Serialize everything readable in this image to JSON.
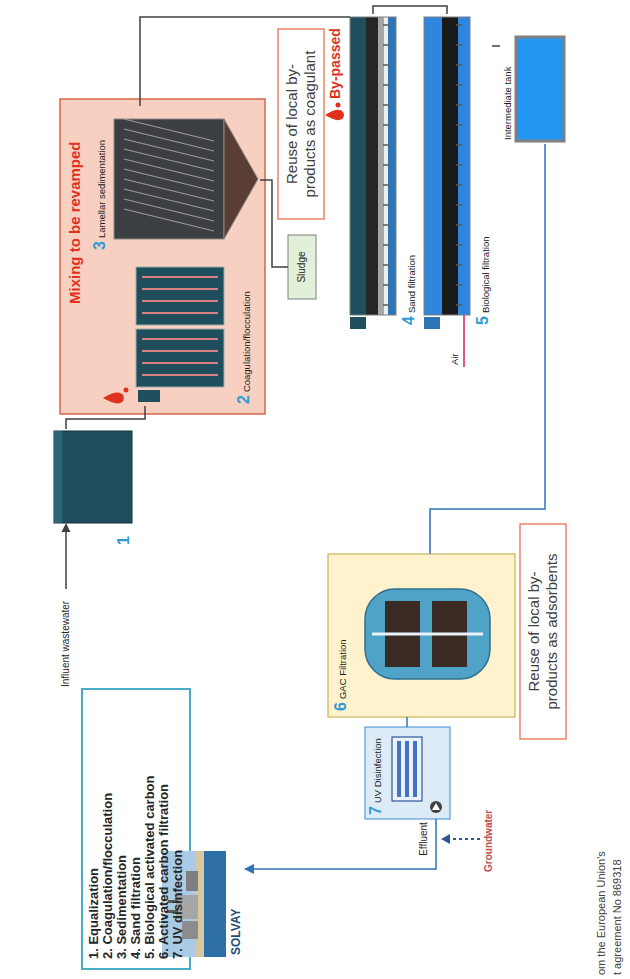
{
  "diagram": {
    "nodes": [
      {
        "text": [
          "1"
        ]
      },
      {
        "text": [
          "Mixing to be revamped"
        ]
      },
      {
        "text": [
          "2",
          "Coagulation/flocculation"
        ],
        "in": 1
      },
      {
        "text": [
          "3",
          "Lamellar sedimentation"
        ],
        "in": 1
      },
      {
        "text": [
          "Reuse of local by- products as coagulant"
        ]
      },
      {
        "text": [
          "Sludge"
        ]
      },
      {
        "text": [
          "4",
          "Sand filtration"
        ]
      },
      {
        "text": [
          "5",
          "Biological filtration"
        ]
      },
      {
        "text": [
          "Intermediate tank"
        ]
      },
      {
        "text": [
          "1. Equalization",
          "2. Coagulation/flocculation",
          "3. Sedimentation",
          "4. Sand filtration",
          "5. Biological activated carbon",
          "6. Activated carbon filtration",
          "7. UV disinfection"
        ]
      },
      {
        "text": [
          "6",
          "GAC Filtration"
        ]
      },
      {
        "text": [
          "Reuse of local by- products as adsorbents"
        ]
      },
      {
        "text": [
          "7",
          "UV Disinfection"
        ]
      },
      {
        "text": [
          "SOLVAY"
        ]
      }
    ],
    "edges": [
      {
        "from": 0,
        "to": 2,
        "arrow": "none"
      },
      {
        "from": 3,
        "to": 5,
        "arrow": "none"
      },
      {
        "from": 3,
        "to": 6,
        "arrow": "none"
      },
      {
        "from": 6,
        "to": 7,
        "arrow": "none"
      },
      {
        "from": 7,
        "to": 8,
        "arrow": "none"
      },
      {
        "from": 8,
        "to": 10,
        "arrow": "none"
      },
      {
        "from": 10,
        "to": 12,
        "arrow": "none"
      },
      {
        "from": 12,
        "to": 13,
        "label": "Effluent",
        "arrow": "to"
      }
    ],
    "labels": [
      "Influent wastewater",
      "By-passed",
      "Air",
      "Groundwater",
      "om the European Union's",
      "t agreement No 869318"
    ]
  }
}
